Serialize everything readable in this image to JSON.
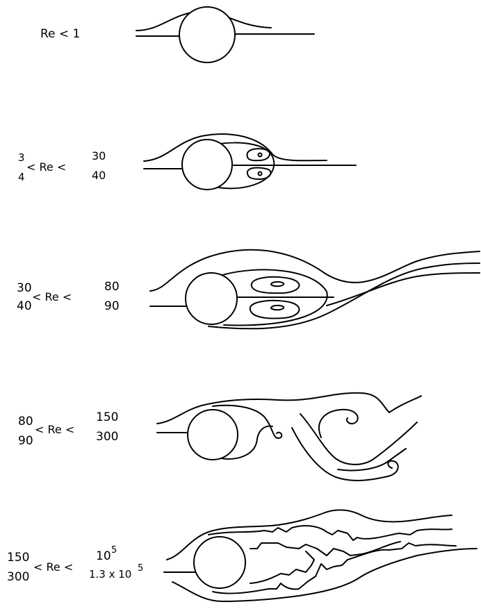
{
  "regimes": [
    {
      "name": "creeping",
      "label_simple": "Re < 1"
    },
    {
      "name": "fixed-vortex-pair",
      "low_top": "3",
      "low_bottom": "4",
      "mid": "< Re <",
      "high_top": "30",
      "high_bottom": "40"
    },
    {
      "name": "elongated-vortex-pair",
      "low_top": "30",
      "low_bottom": "40",
      "mid": "< Re <",
      "high_top": "80",
      "high_bottom": "90"
    },
    {
      "name": "vortex-street",
      "low_top": "80",
      "low_bottom": "90",
      "mid": "< Re <",
      "high_top": "150",
      "high_bottom": "300"
    },
    {
      "name": "turbulent-wake",
      "low_top": "150",
      "low_bottom": "300",
      "mid": "< Re <",
      "high_top": "10",
      "high_top_sup": "5",
      "high_bottom": "1.3 x 10",
      "high_bottom_sup": "5"
    }
  ],
  "colors": {
    "ink": "#000000",
    "background": "#ffffff"
  }
}
